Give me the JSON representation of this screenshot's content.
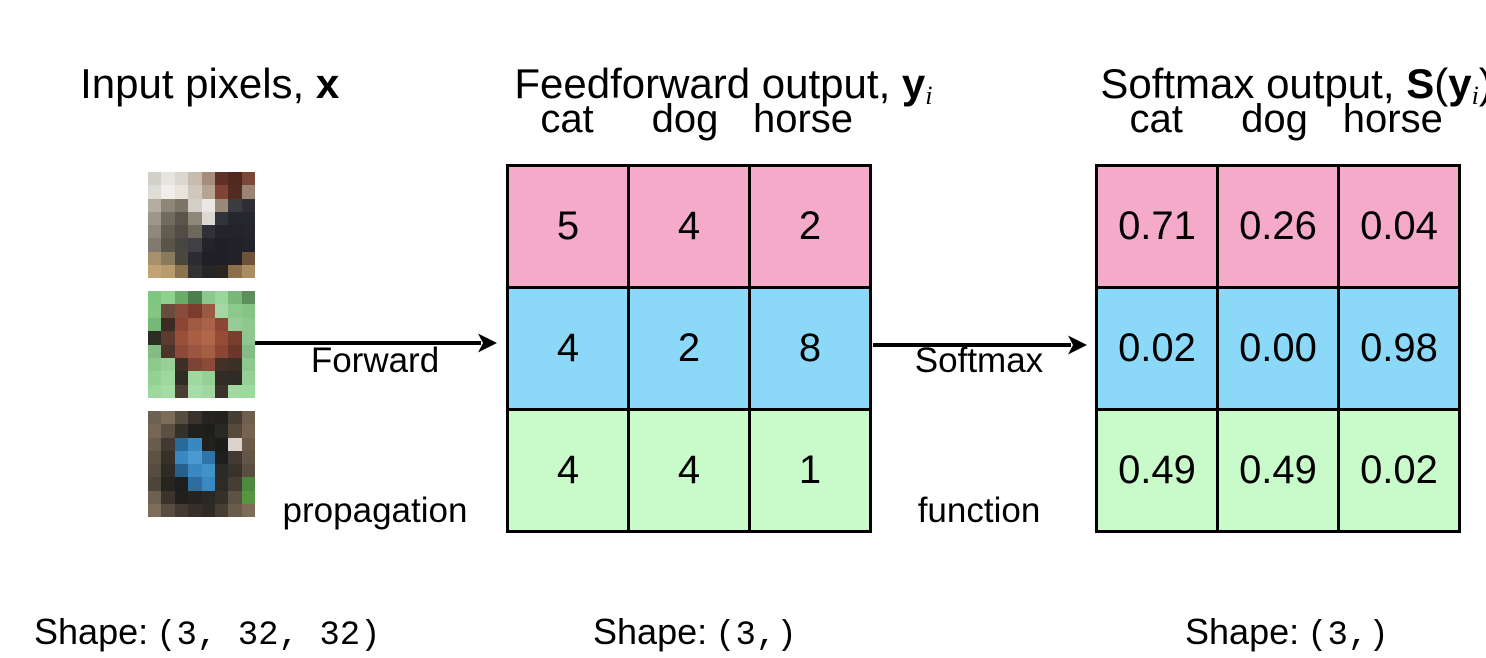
{
  "titles": {
    "input": {
      "prefix": "Input pixels, ",
      "symbol": "x"
    },
    "feedforward": {
      "prefix": "Feedforward output, ",
      "symbol": "y",
      "subscript": "i"
    },
    "softmax": {
      "prefix": "Softmax output, ",
      "func": "S",
      "open_paren": "(",
      "symbol": "y",
      "subscript": "i",
      "close_paren": ")"
    }
  },
  "arrows": {
    "forward": {
      "label_line1": "Forward",
      "label_line2": "propagation"
    },
    "softmax": {
      "label_line1": "Softmax",
      "label_line2": "function"
    }
  },
  "feedforward_table": {
    "column_headers": [
      "cat",
      "dog",
      "horse"
    ],
    "rows": [
      {
        "color": "#f4aac8",
        "cells": [
          "5",
          "4",
          "2"
        ]
      },
      {
        "color": "#8bd8f8",
        "cells": [
          "4",
          "2",
          "8"
        ]
      },
      {
        "color": "#c9fac9",
        "cells": [
          "4",
          "4",
          "1"
        ]
      }
    ],
    "shape": {
      "label": "Shape:",
      "value": "(3,)"
    }
  },
  "softmax_table": {
    "column_headers": [
      "cat",
      "dog",
      "horse"
    ],
    "rows": [
      {
        "color": "#f4aac8",
        "cells": [
          "0.71",
          "0.26",
          "0.04"
        ]
      },
      {
        "color": "#8bd8f8",
        "cells": [
          "0.02",
          "0.00",
          "0.98"
        ]
      },
      {
        "color": "#c9fac9",
        "cells": [
          "0.49",
          "0.49",
          "0.02"
        ]
      }
    ],
    "shape": {
      "label": "Shape:",
      "value": "(3,)"
    }
  },
  "input_column": {
    "shape": {
      "label": "Shape:",
      "value": "(3, 32, 32)"
    },
    "images": [
      {
        "name": "cat-photo",
        "alt": "cat",
        "grid": [
          [
            "#d2d0c9",
            "#e6e4df",
            "#dcd7ce",
            "#c6bbae",
            "#a68d7b",
            "#5f3127",
            "#4f2820",
            "#7b4737"
          ],
          [
            "#dedcd6",
            "#efeeeb",
            "#e8e4dc",
            "#d0c8bc",
            "#b6a391",
            "#7f4435",
            "#522b21",
            "#9d8373"
          ],
          [
            "#b4ac9e",
            "#8e8678",
            "#7c7567",
            "#d3cec6",
            "#eae8e4",
            "#998979",
            "#3c3c40",
            "#2e2e34"
          ],
          [
            "#9d9789",
            "#6f6b5f",
            "#59554a",
            "#8e8879",
            "#dcd8d2",
            "#32323a",
            "#26262e",
            "#27272f"
          ],
          [
            "#8f897c",
            "#615d52",
            "#514d46",
            "#6d685a",
            "#30303a",
            "#232329",
            "#232329",
            "#25252b"
          ],
          [
            "#807b6d",
            "#59554a",
            "#484641",
            "#404044",
            "#232329",
            "#1f1f25",
            "#212127",
            "#23232b"
          ],
          [
            "#a8906c",
            "#8a7a5e",
            "#4b473f",
            "#2b2b31",
            "#1f1f25",
            "#1f1f25",
            "#212127",
            "#6e523c"
          ],
          [
            "#c2a375",
            "#b89c6e",
            "#8a744f",
            "#343230",
            "#252523",
            "#2b2720",
            "#8d6f4c",
            "#ac8d62"
          ]
        ]
      },
      {
        "name": "horse-photo",
        "alt": "horse",
        "grid": [
          [
            "#7fc77f",
            "#8ed28e",
            "#69ad69",
            "#4d7f4d",
            "#8cc88c",
            "#99d699",
            "#79b879",
            "#5e8e5e"
          ],
          [
            "#82c782",
            "#6b4b3b",
            "#8b4b3b",
            "#7b3b2d",
            "#9a5a42",
            "#a6d6a6",
            "#8dc88d",
            "#85c485"
          ],
          [
            "#76b876",
            "#3b2b23",
            "#8b4734",
            "#a05a42",
            "#aa6248",
            "#8b4734",
            "#97cb97",
            "#8dc88d"
          ],
          [
            "#2c2c25",
            "#5b3b2d",
            "#9a5038",
            "#aa5e44",
            "#b06848",
            "#964b36",
            "#7b3d2e",
            "#90c790"
          ],
          [
            "#85bc85",
            "#4b352b",
            "#8b4b38",
            "#9a5640",
            "#a45e44",
            "#8b4734",
            "#6b372b",
            "#85bc85"
          ],
          [
            "#8dc88d",
            "#98d098",
            "#3b2f27",
            "#7b4434",
            "#8b4b38",
            "#433129",
            "#3b2f27",
            "#8dc88d"
          ],
          [
            "#95d095",
            "#9dd89d",
            "#2f2b25",
            "#a0d8a0",
            "#95d095",
            "#332b25",
            "#2f2b25",
            "#95d095"
          ],
          [
            "#9dd89d",
            "#a5dca5",
            "#4b3f31",
            "#a8dca8",
            "#a0d8a0",
            "#3b332b",
            "#a0d8a0",
            "#9dd89d"
          ]
        ]
      },
      {
        "name": "dog-photo",
        "alt": "dog",
        "grid": [
          [
            "#6e6052",
            "#7c6c5a",
            "#564c40",
            "#38322a",
            "#262420",
            "#23211e",
            "#463e34",
            "#6e5e4c"
          ],
          [
            "#766654",
            "#5a5044",
            "#34302a",
            "#22201e",
            "#1e1e1c",
            "#2a2824",
            "#564a3c",
            "#766450"
          ],
          [
            "#6a5c4c",
            "#423a32",
            "#2a6a9a",
            "#3a88c2",
            "#22201e",
            "#1c1c1a",
            "#d9d3cb",
            "#6a5a48"
          ],
          [
            "#5e5244",
            "#36302a",
            "#3a88c2",
            "#4a9ad2",
            "#2e74a8",
            "#1e1e1c",
            "#423a32",
            "#645646"
          ],
          [
            "#564c40",
            "#2e2a26",
            "#26608c",
            "#3a88c2",
            "#4292ca",
            "#2a2a28",
            "#38322c",
            "#5a4e40"
          ],
          [
            "#4e453a",
            "#262420",
            "#1e1e1c",
            "#2e6e9e",
            "#3a88c2",
            "#2e2a26",
            "#463e34",
            "#4e8a3e"
          ],
          [
            "#6e6050",
            "#3a342c",
            "#22201e",
            "#262420",
            "#2a2824",
            "#36302a",
            "#5e5244",
            "#57963f"
          ],
          [
            "#7c6c58",
            "#564c40",
            "#423a30",
            "#36302a",
            "#2e2a24",
            "#463e32",
            "#6a5c4a",
            "#7c6c58"
          ]
        ]
      }
    ]
  },
  "colors": {
    "background": "#ffffff",
    "border": "#000000",
    "text": "#000000",
    "row_cat": "#f4aac8",
    "row_horse": "#8bd8f8",
    "row_dog": "#c9fac9"
  }
}
